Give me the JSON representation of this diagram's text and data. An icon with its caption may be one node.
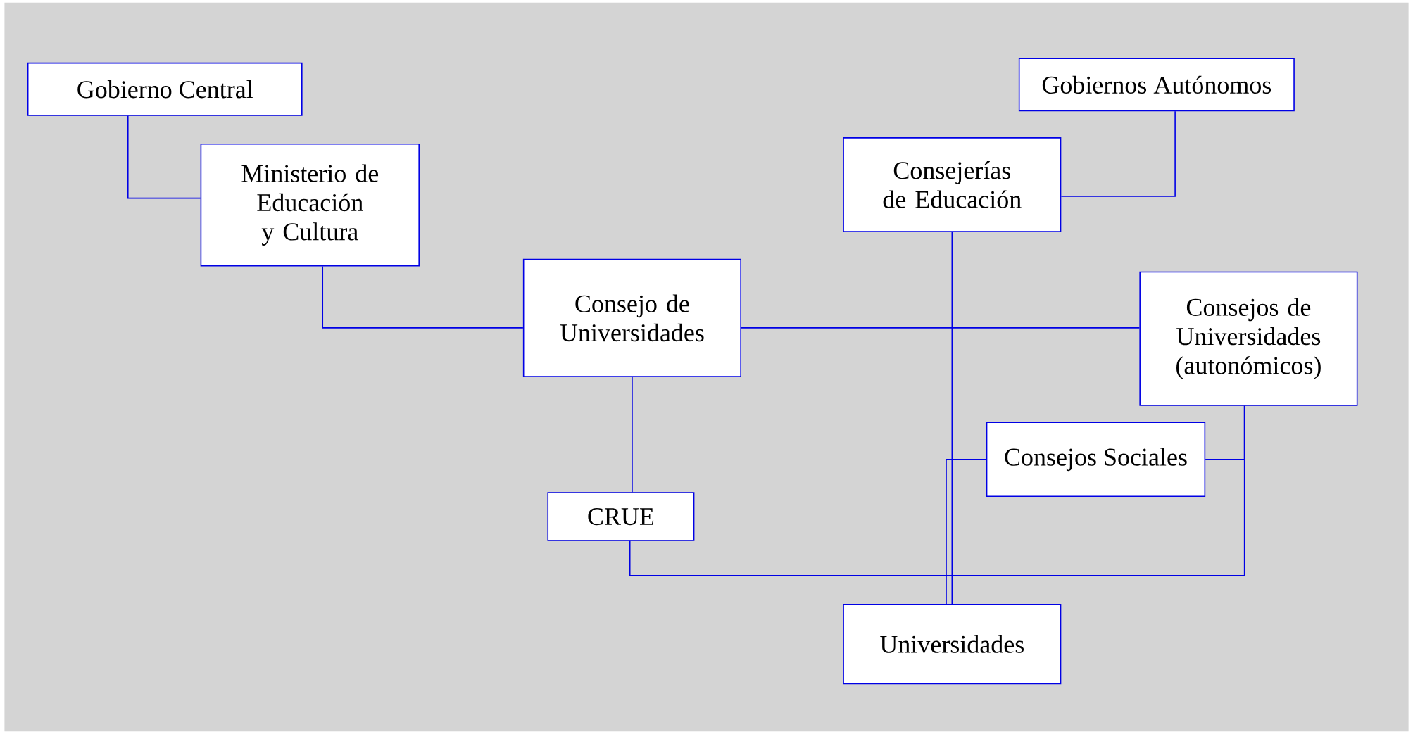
{
  "diagram": {
    "nodes": [
      {
        "text": [
          "Gobierno Central"
        ]
      },
      {
        "text": [
          "Ministerio de Educación y Cultura"
        ]
      },
      {
        "text": [
          "Gobiernos Autónomos"
        ]
      },
      {
        "text": [
          "Consejerías de Educación"
        ]
      },
      {
        "text": [
          "Consejo de Universidades"
        ]
      },
      {
        "text": [
          "Consejos de Universidades (autonómicos)"
        ]
      },
      {
        "text": [
          "Consejos Sociales"
        ]
      },
      {
        "text": [
          "CRUE"
        ]
      },
      {
        "text": [
          "Universidades"
        ]
      }
    ],
    "edges": [
      {
        "from": 0,
        "to": 1,
        "arrow": "none"
      },
      {
        "from": 1,
        "to": 4,
        "arrow": "none"
      },
      {
        "from": 3,
        "to": 2,
        "arrow": "none"
      },
      {
        "from": 4,
        "to": 5,
        "arrow": "none"
      },
      {
        "from": 4,
        "to": 7,
        "arrow": "none"
      },
      {
        "from": 3,
        "to": 8,
        "arrow": "none"
      },
      {
        "from": 6,
        "to": 8,
        "arrow": "none"
      },
      {
        "from": 6,
        "to": 5,
        "arrow": "none"
      },
      {
        "from": 5,
        "to": 7,
        "arrow": "none"
      }
    ]
  }
}
